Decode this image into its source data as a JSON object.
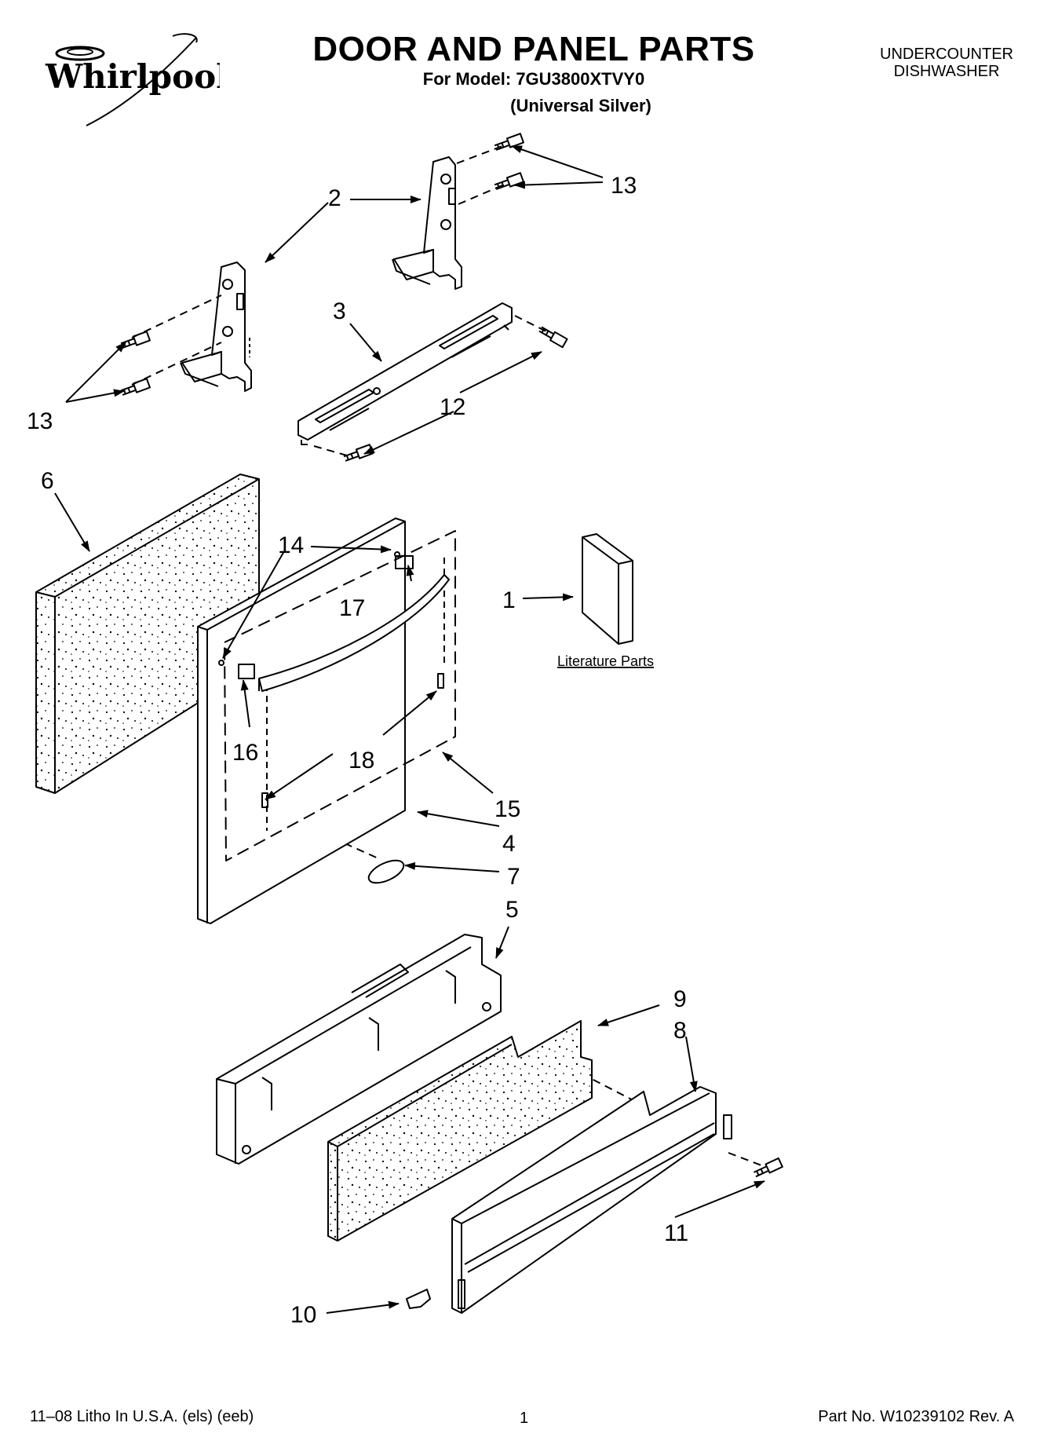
{
  "header": {
    "brand": "Whirlpool",
    "title": "DOOR AND PANEL PARTS",
    "model_line": "For Model: 7GU3800XTVY0",
    "color_line": "(Universal Silver)",
    "appliance_line1": "UNDERCOUNTER",
    "appliance_line2": "DISHWASHER"
  },
  "diagram": {
    "literature_label": "Literature Parts",
    "callouts": {
      "c1": "1",
      "c2": "2",
      "c3": "3",
      "c4": "4",
      "c5": "5",
      "c6": "6",
      "c7": "7",
      "c8": "8",
      "c9": "9",
      "c10": "10",
      "c11": "11",
      "c12": "12",
      "c13a": "13",
      "c13b": "13",
      "c14": "14",
      "c15": "15",
      "c16": "16",
      "c17": "17",
      "c18": "18"
    }
  },
  "footer": {
    "litho": "11–08 Litho In U.S.A. (els) (eeb)",
    "page_number": "1",
    "part_number": "Part No. W10239102 Rev. A"
  },
  "colors": {
    "ink": "#000000",
    "paper": "#ffffff"
  }
}
